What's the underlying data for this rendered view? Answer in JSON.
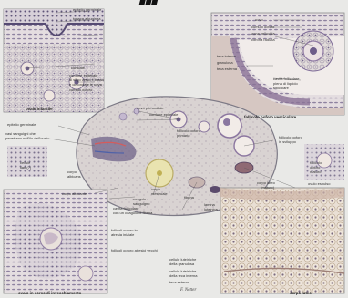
{
  "header": {
    "glyph": "▮▮▮"
  },
  "figure": {
    "panels": {
      "epitelio": "ovaio infantile",
      "follicolo": "follicolo ooforo vescicolare",
      "atresico": "ovaio in corso di invecchiamento",
      "corpo_luteo": "corpo luteo"
    },
    "labels": {
      "epitelio_germinale": "epitelio germinale",
      "tonaca_albuginea": "tonaca albuginea",
      "corticale": "corticale",
      "cordone_epiteliale": "cordone epiteliale",
      "cordone_detail": "di sfigo verso il basso",
      "cordone_detail2": "e circondate le uova",
      "cumulo_ooforo_short": "cumulo ooforo",
      "uovo": "uovo",
      "cumulo_ooforo": "cumulo ooforo",
      "zona_pellucida": "zona pellucida",
      "corona_radiata": "corona radiata",
      "teca_interna": "teca interna",
      "granulosa": "granulosa",
      "teca_esterna": "teca esterna",
      "cavita_follicolare": "cavità follicolare",
      "cavita_detail": "piena di liquido",
      "cavita_detail2": "follicolare",
      "uovo_primordiale": "uovo primordiale",
      "cordone_epiteliale_2": "cordone epiteliale",
      "follicolo_primario": "follicolo ooforo",
      "follicolo_primario2": "primario",
      "epitelio_germinale_2": "epitelio germinale",
      "vasi_sanguigni": "vasi sanguigni che",
      "vasi_detail": "penetrano nell'ilo dell'ovaio",
      "cellule_ilari": "cellule",
      "cellule_ilari2": "ilari (?)",
      "follicolo_sviluppo": "follicolo ooforo",
      "follicolo_sviluppo2": "in sviluppo",
      "follicolo_maturo": "follicolo",
      "follicolo_maturo2": "ooforo",
      "follicolo_maturo3": "maturo",
      "ovulo_espulso": "ovulo espulso",
      "corpo_luteo_lbl": "corpo luteo",
      "corpo_luteo_lbl2": "(maturo)",
      "corpo_mestruale": "corpo",
      "corpo_mestruale2": "mestruale",
      "corpo_albicans": "corpo",
      "corpo_albicans2": "albicans",
      "fibrina": "fibrina",
      "coagulo": "coagulo",
      "coagulo2": "sanguigno",
      "lamina": "lamina",
      "lamina2": "luteinica",
      "corpo_albicante": "corpo albicante",
      "cavita_follicolare_2": "cavità follicolare",
      "cavita_coagulo": "con un coagulo di fibrina",
      "follicoli_atresici": "follicoli ooforo in",
      "follicoli_atresici2": "atresia iniziale",
      "follicoli_vescicoli": "follicoli ooforo atresici vecchi",
      "cellule_luteiniche": "cellule luteiniche",
      "cellule_luteiniche2": "della granulosa",
      "cellule_teca": "cellule luteiniche",
      "cellule_teca2": "della teca interna",
      "teca_esterna_2": "teca esterna",
      "signature": "F. Netter"
    }
  }
}
